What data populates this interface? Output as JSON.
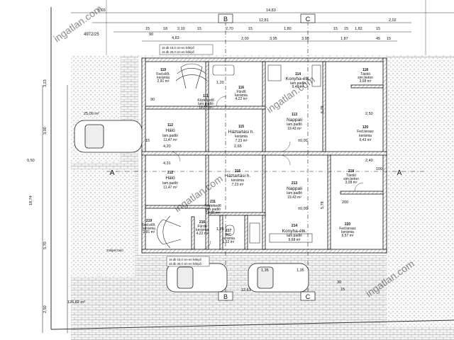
{
  "plot": {
    "number": "4972/25",
    "area": "126,82 m²"
  },
  "dims_top": [
    "5,03",
    "14,83",
    "12,81",
    "2,02",
    "15",
    "18",
    "2,10",
    "15",
    "2,70",
    "15",
    "1,80",
    "15",
    "15",
    "1,82",
    "15",
    "90",
    "4,83",
    "2,00",
    "3,95",
    "3,98",
    "1,87",
    "45",
    "15"
  ],
  "dims_left": [
    "3,23",
    "3,00",
    "0,50",
    "18,74",
    "5,70",
    "2,50"
  ],
  "dims_bottom": [
    "12,61",
    "1,35",
    "1,35",
    "30",
    "15"
  ],
  "stair_notes": [
    "16 db 18,0 cm-es fellépő",
    "15 db 28,0 cm-es fellépő",
    "16 db 18,0 cm-es fellépő",
    "15 db 28,0 cm-es fellépő"
  ],
  "rooms_upper": [
    {
      "num": "119",
      "name": "Fed.előt.",
      "floor": "kerámia",
      "area": "2,91 m²"
    },
    {
      "num": "116",
      "name": "Fürdő",
      "floor": "kerámia",
      "area": "4,22 m²"
    },
    {
      "num": "114",
      "name": "Konyha-étk.",
      "floor": "lam.padló",
      "area": "9,48 m²"
    },
    {
      "num": "118",
      "name": "Tároló",
      "floor": "sim.beton",
      "area": "3,08 m²"
    },
    {
      "num": "111",
      "name": "Közlekedő",
      "floor": "lam.padló",
      "area": "10,85 m²"
    },
    {
      "num": "112",
      "name": "Háló",
      "floor": "lam.padló",
      "area": "11,47 m²"
    },
    {
      "num": "115",
      "name": "Háztartási h.",
      "floor": "kerámia",
      "area": "7,23 m²"
    },
    {
      "num": "113",
      "name": "Nappali",
      "floor": "lam.padló",
      "area": "19,43 m²"
    },
    {
      "num": "120",
      "name": "Fed.terasz",
      "floor": "kerámia",
      "area": "6,43 m²"
    }
  ],
  "rooms_lower": [
    {
      "num": "212",
      "name": "Háló",
      "floor": "lam.padló",
      "area": "11,47 m²"
    },
    {
      "num": "215",
      "name": "Háztartási h.",
      "floor": "kerámia",
      "area": "7,23 m²"
    },
    {
      "num": "213",
      "name": "Nappali",
      "floor": "lam.padló",
      "area": "19,43 m²"
    },
    {
      "num": "218",
      "name": "Tároló",
      "floor": "sim.beton",
      "area": "3,08 m²"
    },
    {
      "num": "211",
      "name": "Közlekedő",
      "floor": "lam.padló",
      "area": "10,85 m²"
    },
    {
      "num": "219",
      "name": "Fed.előt.",
      "floor": "kerámia",
      "area": "2,91 m²"
    },
    {
      "num": "216",
      "name": "Fürdő",
      "floor": "kerámia",
      "area": "4,22 m²"
    },
    {
      "num": "217",
      "name": "WC",
      "floor": "kerámia",
      "area": "1,52 m²"
    },
    {
      "num": "214",
      "name": "Konyha-étk.",
      "floor": "lam.padló",
      "area": "9,68 m²"
    },
    {
      "num": "220",
      "name": "Fed.terasz",
      "floor": "kerámia",
      "area": "6,57 m²"
    }
  ],
  "extra": {
    "parking_area": "25,00 m²",
    "level_mark": "±0,00",
    "section_a": "A",
    "section_b": "B",
    "section_c": "C",
    "door_label": "Zsilipel beló",
    "wall_dims": [
      "4,20",
      "2,65",
      "4,31",
      "5,78",
      "5,78",
      "2,50",
      "2,40",
      "1,20",
      "1,20",
      "90",
      "200",
      "100",
      "15"
    ]
  },
  "watermark": "ingatlan.com"
}
